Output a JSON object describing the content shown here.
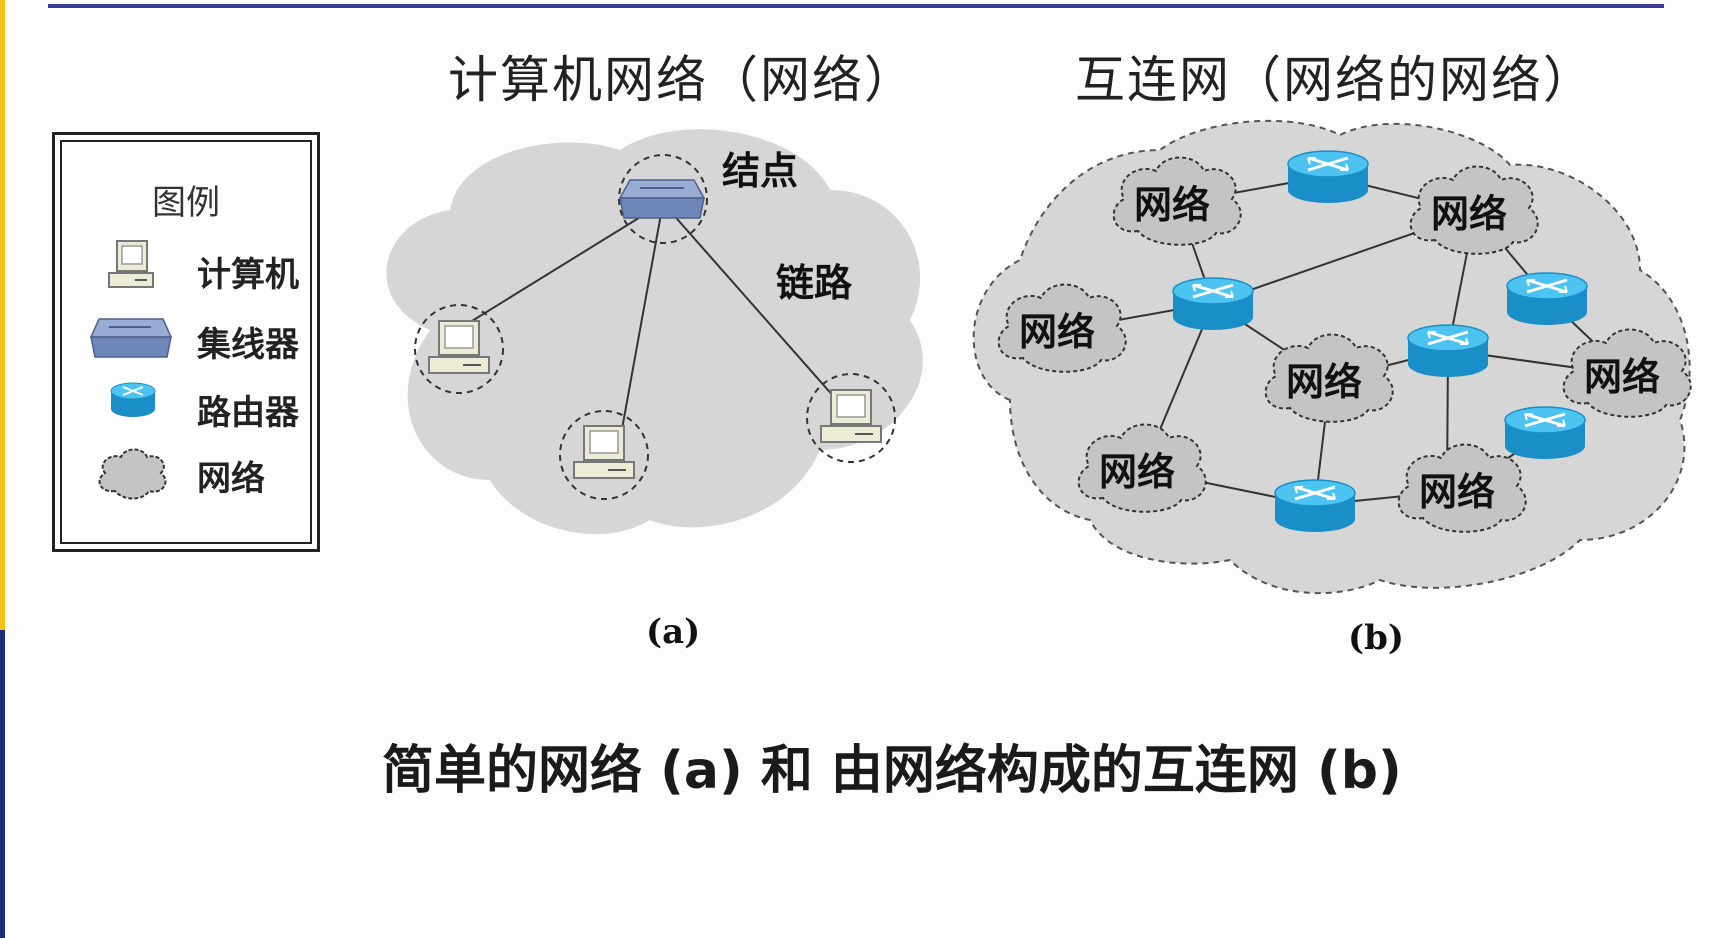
{
  "titles": {
    "left": "计算机网络（网络）",
    "right": "互连网（网络的网络）"
  },
  "legend": {
    "title": "图例",
    "items": [
      {
        "label": "计算机",
        "icon": "computer-icon"
      },
      {
        "label": "集线器",
        "icon": "hub-icon"
      },
      {
        "label": "路由器",
        "icon": "router-icon"
      },
      {
        "label": "网络",
        "icon": "network-cloud-icon"
      }
    ]
  },
  "diagram_a": {
    "node_label": "结点",
    "link_label": "链路",
    "caption": "(a)"
  },
  "diagram_b": {
    "network_label": "网络",
    "caption": "(b)"
  },
  "footer": "简单的网络 (a) 和 由网络构成的互连网 (b)",
  "colors": {
    "cloud_fill": "#d6d6d6",
    "small_cloud_fill": "#c4c4c4",
    "router_blue": "#1aa3dc",
    "hub_blue": "#6f86b8",
    "rule": "#3a3e9a"
  }
}
